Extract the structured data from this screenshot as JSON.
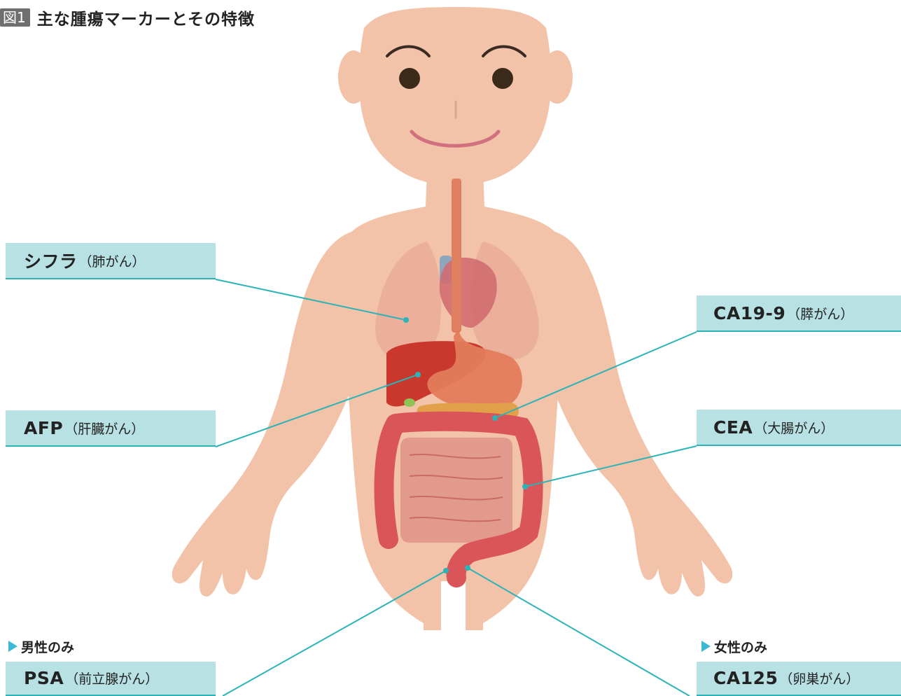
{
  "figure": {
    "number_badge": "図1",
    "title": "主な腫瘍マーカーとその特徴"
  },
  "colors": {
    "label_fill": "#b8e1e4",
    "leader_line": "#2bb3b7",
    "skin": "#f2c3a8",
    "note_triangle": "#3bb8d4"
  },
  "markers": {
    "cyfra": {
      "name": "シフラ",
      "organ": "（肺がん）"
    },
    "afp": {
      "name": "AFP",
      "organ": "（肝臓がん）"
    },
    "ca199": {
      "name": "CA19-9",
      "organ": "（膵がん）"
    },
    "cea": {
      "name": "CEA",
      "organ": "（大腸がん）"
    },
    "psa": {
      "name": "PSA",
      "organ": "（前立腺がん）",
      "note": "男性のみ"
    },
    "ca125": {
      "name": "CA125",
      "organ": "（卵巣がん）",
      "note": "女性のみ"
    }
  }
}
